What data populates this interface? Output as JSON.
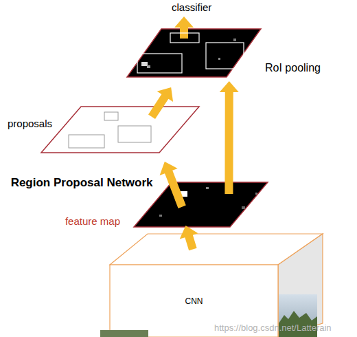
{
  "diagram": {
    "nodes": [
      {
        "text": [
          "RoI pooling"
        ]
      },
      {
        "text": [
          "proposals"
        ]
      },
      {
        "text": [
          "feature map"
        ]
      },
      {
        "text": [
          "CNN"
        ]
      }
    ],
    "edges": [
      {
        "from": 3,
        "to": 2,
        "arrow": "to"
      },
      {
        "from": 2,
        "to": 1,
        "label": "Region Proposal Network",
        "arrow": "to"
      },
      {
        "from": 1,
        "to": 0,
        "arrow": "to"
      },
      {
        "from": 2,
        "to": 0,
        "arrow": "to"
      }
    ],
    "labels": [
      "classifier",
      "https://blog.csdn.net/Latterain"
    ]
  }
}
